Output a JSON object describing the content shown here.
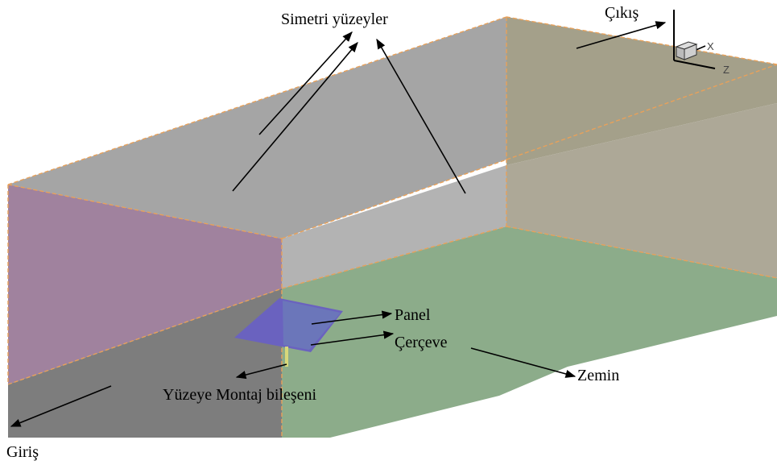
{
  "labels": {
    "symmetry_surfaces": "Simetri yüzeyler",
    "outlet": "Çıkış",
    "panel": "Panel",
    "frame": "Çerçeve",
    "ground": "Zemin",
    "mounting_component": "Yüzeye Montaj bileşeni",
    "inlet": "Giriş"
  },
  "axis_triad": {
    "x": "X",
    "z": "Z"
  },
  "colors": {
    "inlet_face": "#a0829e",
    "top_face": "#a5a5a5",
    "side_face": "#b3b3b3",
    "outlet_face": "#a4a08a",
    "outlet_wall": "#ada897",
    "ground_face": "#8cac8a",
    "ground_shadow": "#7d7d7d",
    "panel": "#6a62bf",
    "frame": "#6b79b9",
    "mount": "#d8d87a",
    "edge_dash": "#e8a15a"
  }
}
